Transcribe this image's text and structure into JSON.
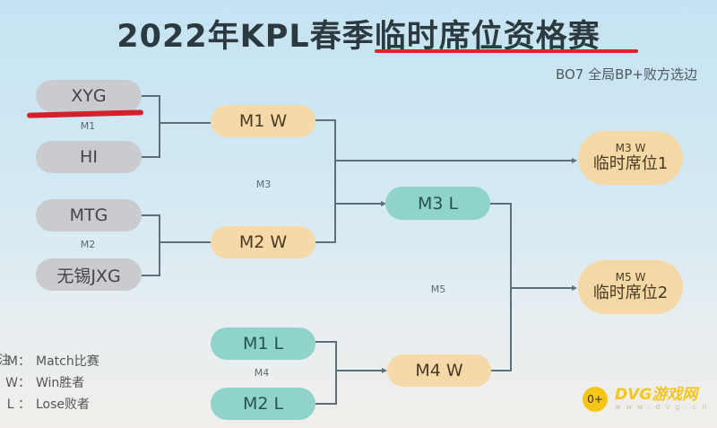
{
  "header": {
    "title": "2022年KPL春季临时席位资格赛",
    "subtitle": "BO7 全局BP+败方选边"
  },
  "bracket": {
    "round1": [
      {
        "match": "M1",
        "teams": [
          "XYG",
          "HI"
        ]
      },
      {
        "match": "M2",
        "teams": [
          "MTG",
          "无锡JXG"
        ]
      }
    ],
    "winners": {
      "m1w": "M1 W",
      "m2w": "M2 W",
      "m3_label": "M3"
    },
    "losers": {
      "m1l": "M1 L",
      "m2l": "M2 L",
      "m4_label": "M4",
      "m4w": "M4 W"
    },
    "m3l": "M3 L",
    "m5_label": "M5",
    "seats": [
      {
        "source": "M3 W",
        "label": "临时席位1"
      },
      {
        "source": "M5 W",
        "label": "临时席位2"
      }
    ]
  },
  "legend": {
    "note": "注",
    "items": [
      {
        "key": "M：",
        "value": "Match比赛"
      },
      {
        "key": "W：",
        "value": "Win胜者"
      },
      {
        "key": "L ：",
        "value": "Lose败者"
      }
    ]
  },
  "watermark": {
    "icon": "gamepad-icon",
    "icon_glyph": "0+",
    "brand": "DVG游戏网",
    "url": "www.dvg.cn"
  },
  "colors": {
    "team_pill": "#c9cbce",
    "winner_pill": "#f5d9a8",
    "loser_pill": "#8fd3c9",
    "connector": "#5d6f78",
    "underline": "#d9252e",
    "brand": "#f5c518"
  }
}
